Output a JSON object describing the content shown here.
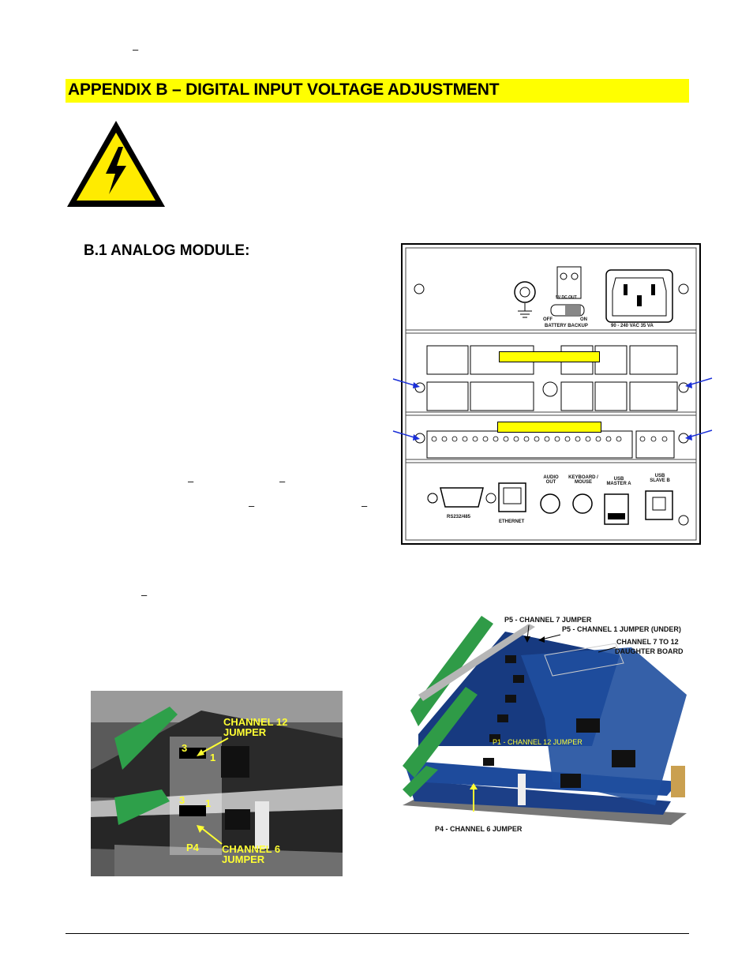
{
  "header": {
    "dash_top": "–"
  },
  "appendix": {
    "title": "APPENDIX B – DIGITAL INPUT VOLTAGE ADJUSTMENT",
    "bar_color": "#ffff00"
  },
  "section": {
    "title": "B.1   ANALOG MODULE:"
  },
  "body_dashes": {
    "d1": "–",
    "d2": "–",
    "d3": "–",
    "d4": "–",
    "d5": "–"
  },
  "warning_icon": "high-voltage-warning-icon",
  "rear_panel": {
    "battery_off": "OFF",
    "battery_on": "ON",
    "battery_label": "BATTERY BACKUP",
    "dc_out": "5V DC OUT",
    "power_rating": "90 - 240 VAC  35 VA",
    "rs232": "RS232/485",
    "ethernet": "ETHERNET",
    "audio_out": "AUDIO OUT",
    "keyboard": "KEYBOARD / MOUSE",
    "usb_master": "USB MASTER A",
    "usb_slave": "USB SLAVE B"
  },
  "photo_right": {
    "p5_ch7": "P5 - CHANNEL 7 JUMPER",
    "p5_ch1": "P5 - CHANNEL 1 JUMPER (UNDER)",
    "daughter_1": "CHANNEL 7 TO 12",
    "daughter_2": "DAUGHTER BOARD",
    "p1_ch12": "P1 - CHANNEL 12 JUMPER",
    "p4_ch6": "P4 - CHANNEL 6 JUMPER"
  },
  "photo_left": {
    "ch12_1": "CHANNEL 12",
    "ch12_2": "JUMPER",
    "pin3_top": "3",
    "pin1_top": "1",
    "pin3_bot": "3",
    "pin1_bot": "1",
    "p4": "P4",
    "ch6_1": "CHANNEL 6",
    "ch6_2": "JUMPER"
  }
}
